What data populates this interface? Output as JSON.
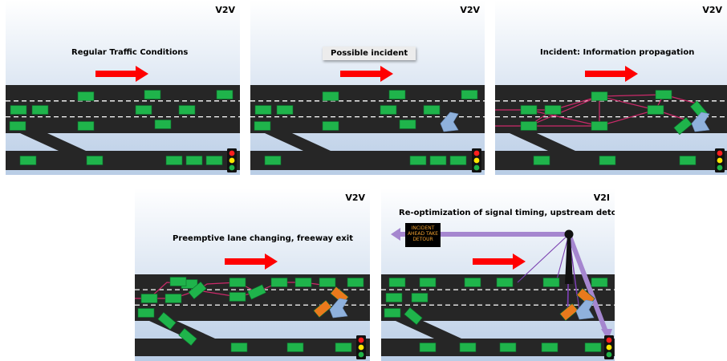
{
  "panels": [
    {
      "tag": "V2V",
      "title": "Regular Traffic Conditions"
    },
    {
      "tag": "V2V",
      "title": "Possible incident"
    },
    {
      "tag": "V2V",
      "title": "Incident: Information propagation"
    },
    {
      "tag": "V2V",
      "title": "Preemptive lane changing, freeway exit"
    },
    {
      "tag": "V2I",
      "title": "Re-optimization of signal timing, upstream detours",
      "sign": "INCIDENT AHEAD TAKE DETOUR"
    }
  ],
  "colors": {
    "sky_top": "#ffffff",
    "sky_bottom": "#b9cde6",
    "road": "#262626",
    "car": "#1fb44b",
    "car_border": "#0c6a2a",
    "arrow": "#ff0000",
    "network_link": "#cc2a6a",
    "incident_blob": "#8fb1dc",
    "diverted_car": "#e97a1c",
    "v2i_link": "#7a3fb0",
    "detour_arrow": "#a586cf"
  }
}
